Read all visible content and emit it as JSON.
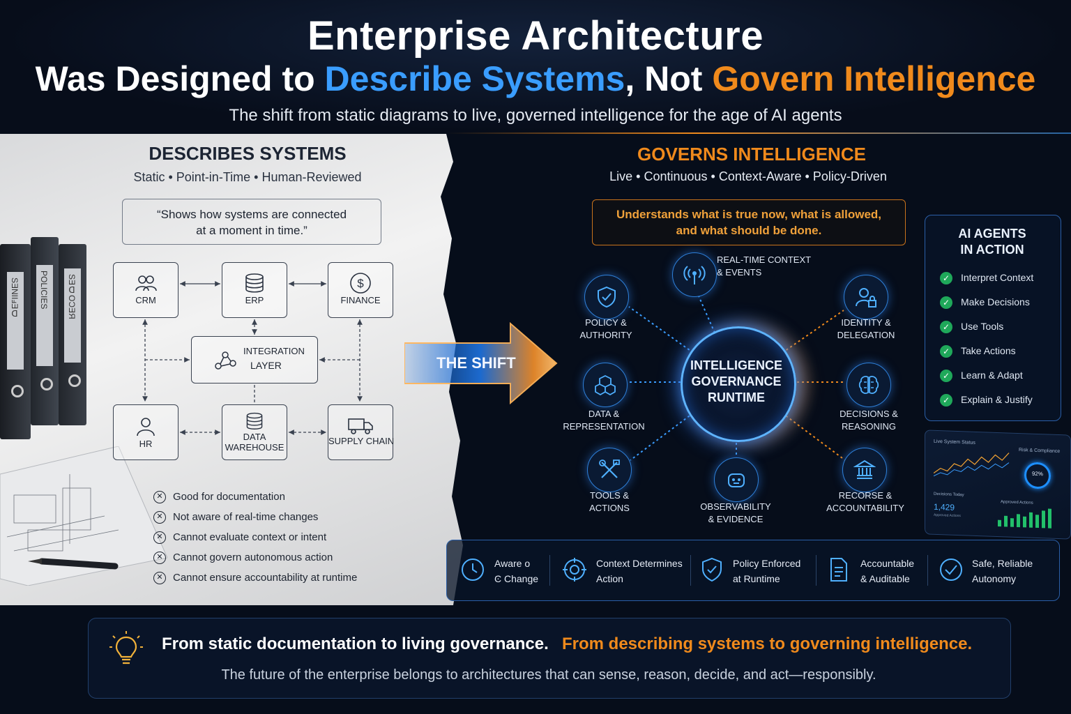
{
  "header": {
    "title_line1": "Enterprise Architecture",
    "title_line2_prefix": "Was Designed to ",
    "title_line2_blue": "Describe Systems",
    "title_line2_mid": ", Not ",
    "title_line2_orange": "Govern Intelligence",
    "subtitle": "The shift from static diagrams to live, governed intelligence for the age of AI agents"
  },
  "left": {
    "heading": "DESCRIBES SYSTEMS",
    "subheading": "Static • Point-in-Time • Human-Reviewed",
    "quote_line1": "“Shows how systems are connected",
    "quote_line2": "at a moment in time.”",
    "nodes": {
      "crm": "CRM",
      "erp": "ERP",
      "finance": "FINANCE",
      "integration_1": "INTEGRATION",
      "integration_2": "LAYER",
      "hr": "HR",
      "warehouse_1": "DATA",
      "warehouse_2": "WAREHOUSE",
      "supply": "SUPPLY CHAIN"
    },
    "limits": [
      "Good for documentation",
      "Not aware of real-time changes",
      "Cannot evaluate context or intent",
      "Cannot govern autonomous action",
      "Cannot ensure accountability at runtime"
    ],
    "binder_labels": [
      "SƎNIIⅎƎᗡ",
      "POLICIES",
      "SƎᗡOƆƎЯ"
    ]
  },
  "shift_label": "THE SHIFT",
  "right": {
    "heading": "GOVERNS INTELLIGENCE",
    "subheading": "Live • Continuous • Context-Aware • Policy-Driven",
    "quote_line1": "Understands what is true now, what is allowed,",
    "quote_line2": "and what should be done.",
    "hub_1": "INTELLIGENCE",
    "hub_2": "GOVERNANCE",
    "hub_3": "RUNTIME",
    "satellites": {
      "realtime_1": "REAL-TIME CONTEXT",
      "realtime_2": "& EVENTS",
      "policy_1": "POLICY &",
      "policy_2": "AUTHORITY",
      "identity_1": "IDENTITY &",
      "identity_2": "DELEGATION",
      "data_1": "DATA &",
      "data_2": "REPRESENTATION",
      "decisions_1": "DECISIONS &",
      "decisions_2": "REASONING",
      "tools_1": "TOOLS &",
      "tools_2": "ACTIONS",
      "observability_1": "OBSERVABILITY",
      "observability_2": "& EVIDENCE",
      "recorse_1": "RECORSE &",
      "recorse_2": "ACCOUNTABILITY"
    }
  },
  "agents": {
    "heading_1": "AI AGENTS",
    "heading_2": "IN ACTION",
    "items": [
      "Interpret Context",
      "Make Decisions",
      "Use Tools",
      "Take Actions",
      "Learn & Adapt",
      "Explain & Justify"
    ]
  },
  "dashboard": {
    "status_title": "Live System Status",
    "risk_title": "Risk & Compliance",
    "risk_value": "92%",
    "decisions_title": "Decisions Today",
    "decisions_value": "1,429",
    "decisions_sub": "Approved Actions",
    "approved_title": "Approved Actions",
    "line_values": [
      2,
      4,
      3,
      6,
      5,
      8,
      6,
      9,
      7,
      10,
      8,
      11
    ],
    "bar_values": [
      3,
      5,
      4,
      6,
      5,
      7,
      6,
      8,
      9
    ]
  },
  "principles": [
    {
      "l1": "Aware o",
      "l2": "Ͼ Change"
    },
    {
      "l1": "Context Determines",
      "l2": "Action"
    },
    {
      "l1": "Policy Enforced",
      "l2": "at Runtime"
    },
    {
      "l1": "Accountable",
      "l2": "& Auditable"
    },
    {
      "l1": "Safe, Reliable",
      "l2": "Autonomy"
    }
  ],
  "footer": {
    "line1_white": "From static documentation to living governance.",
    "line1_orange": "From describing systems to governing intelligence.",
    "line2": "The future of the enterprise belongs to architectures that can sense, reason, decide, and act—responsibly."
  },
  "colors": {
    "blue": "#3a9dff",
    "orange": "#f08a1c",
    "green": "#1fa85a"
  }
}
